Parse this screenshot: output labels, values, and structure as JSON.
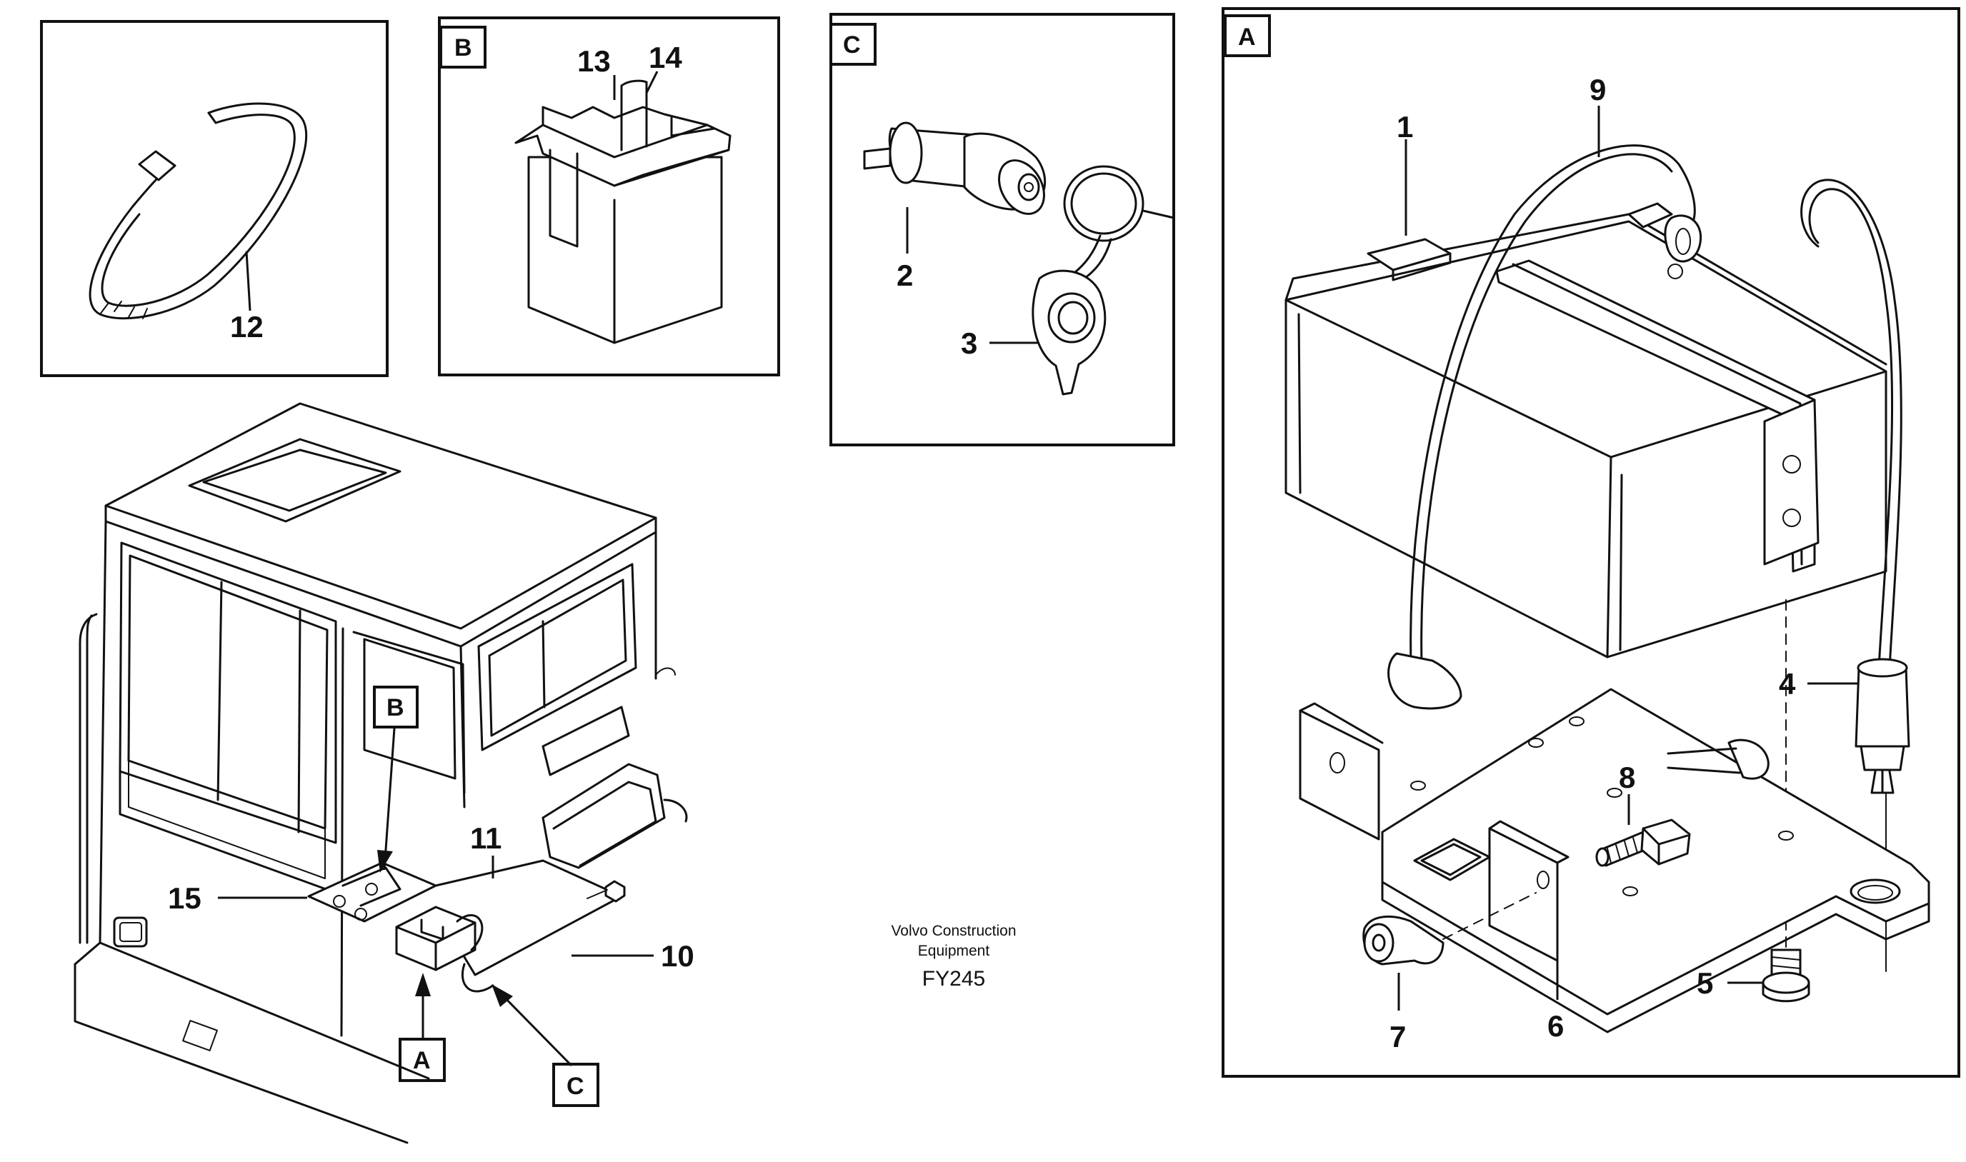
{
  "callouts": {
    "c1": "1",
    "c2": "2",
    "c3": "3",
    "c4": "4",
    "c5": "5",
    "c6": "6",
    "c7": "7",
    "c8": "8",
    "c9": "9",
    "c10": "10",
    "c11": "11",
    "c12": "12",
    "c13": "13",
    "c14": "14",
    "c15": "15"
  },
  "detail_labels": {
    "a_panel": "A",
    "b_panel": "B",
    "c_panel": "C",
    "a_cab": "A",
    "b_cab": "B",
    "c_cab": "C"
  },
  "caption": {
    "line1": "Volvo Construction",
    "line2": "Equipment",
    "code": "FY245"
  },
  "colors": {
    "ink": "#111111",
    "background": "#ffffff"
  }
}
